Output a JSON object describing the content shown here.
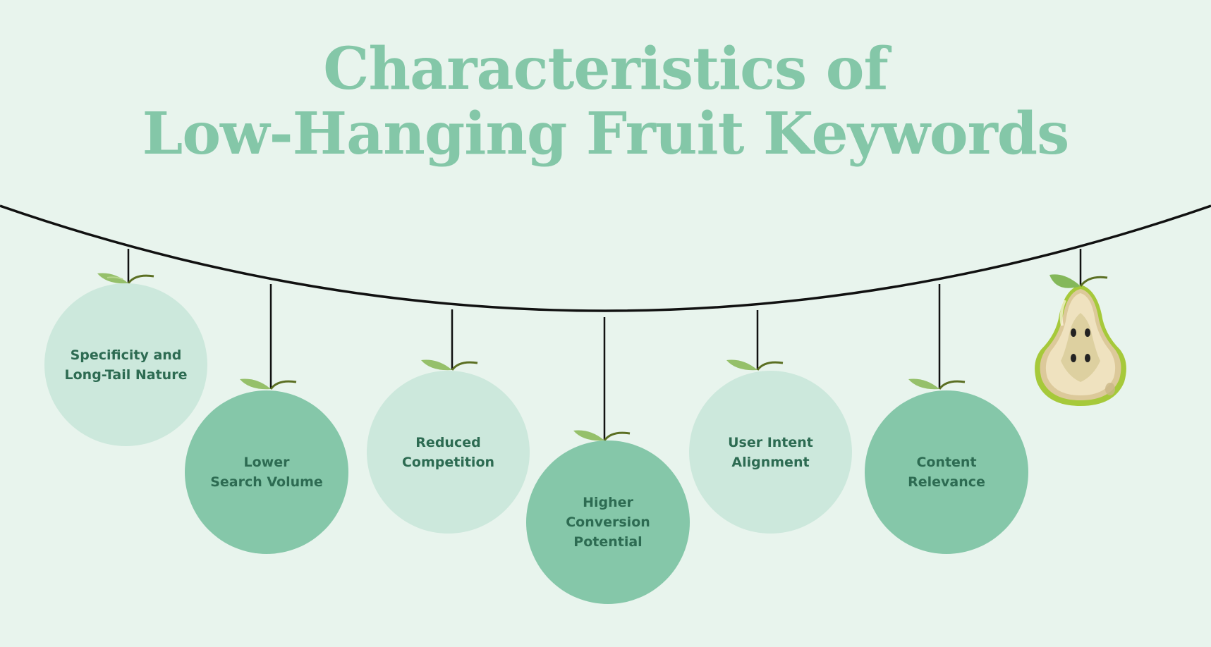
{
  "title": {
    "line1": "Characteristics of",
    "line2": "Low-Hanging Fruit Keywords"
  },
  "colors": {
    "background": "#e8f4ed",
    "title": "#84c7a8",
    "fruit_light": "#cce8dc",
    "fruit_dark": "#85c7a9",
    "label_text": "#2d6b52",
    "string": "#111111"
  },
  "fruits": [
    {
      "label": "Specificity and\nLong-Tail Nature",
      "shade": "light"
    },
    {
      "label": "Lower\nSearch Volume",
      "shade": "dark"
    },
    {
      "label": "Reduced\nCompetition",
      "shade": "light"
    },
    {
      "label": "Higher\nConversion\nPotential",
      "shade": "dark"
    },
    {
      "label": "User Intent\nAlignment",
      "shade": "light"
    },
    {
      "label": "Content\nRelevance",
      "shade": "dark"
    }
  ],
  "decoration": {
    "icon": "pear-half-icon"
  }
}
